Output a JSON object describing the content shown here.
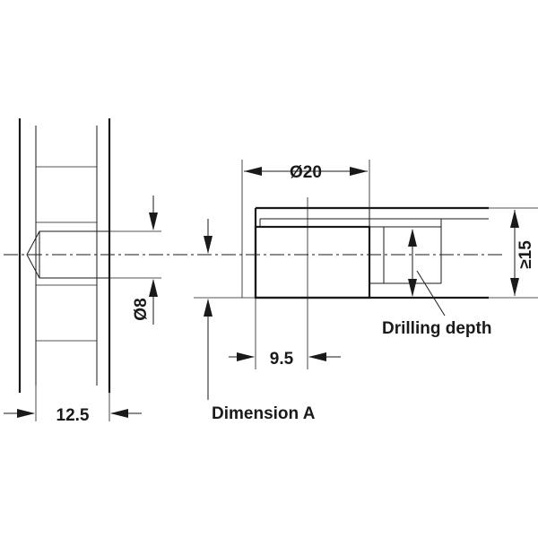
{
  "labels": {
    "diameter_20": "Ø20",
    "min_15": "≥15",
    "drilling_depth": "Drilling depth",
    "diameter_8": "Ø8",
    "dim_9_5": "9.5",
    "dim_12_5": "12.5",
    "dimension_a": "Dimension A"
  },
  "colors": {
    "line": "#1a1a1a",
    "background": "#ffffff"
  }
}
